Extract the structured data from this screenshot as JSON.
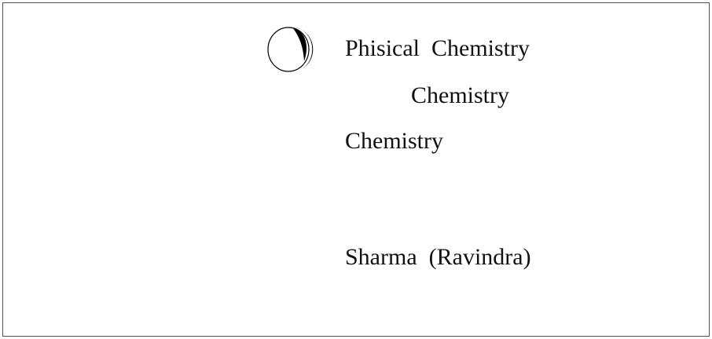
{
  "card": {
    "title_line_1": "Phisical  Chemistry",
    "title_line_2": "Chemistry",
    "title_line_3": "Chemistry",
    "author": "Sharma  (Ravindra)"
  },
  "logo": {
    "icon": "crescent-circle-icon"
  }
}
